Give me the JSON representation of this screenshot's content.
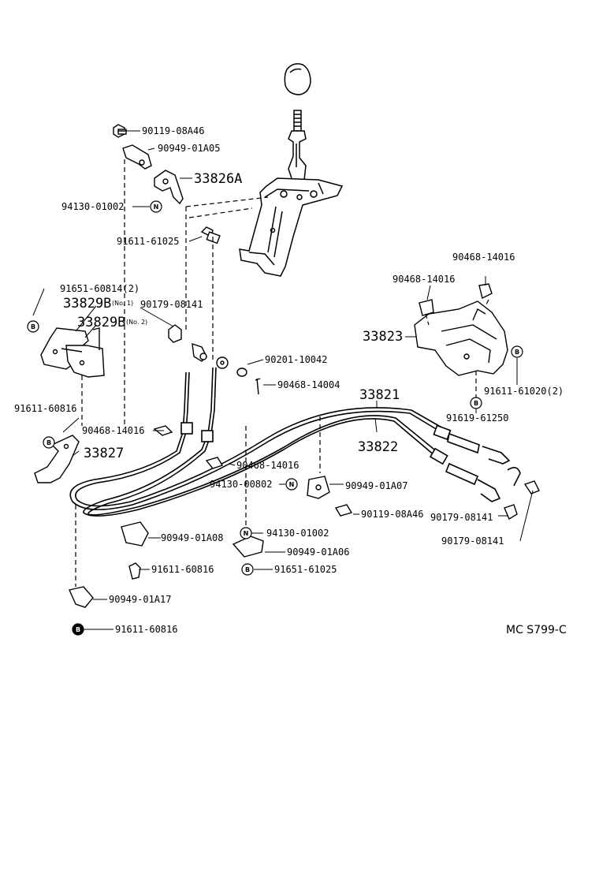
{
  "parts": {
    "p1": "90119-08A46",
    "p2": "90949-01A05",
    "p3": "33826A",
    "p4": "94130-01002",
    "p5": "91611-61025",
    "p6": "91651-60814(2)",
    "p7": "33829B",
    "p7note": "(No. 1)",
    "p8": "90179-08141",
    "p9": "33829B",
    "p9note": "(No. 2)",
    "p10": "90201-10042",
    "p11": "90468-14004",
    "p12": "33821",
    "p13": "91611-60816",
    "p14": "90468-14016",
    "p15": "33827",
    "p16": "33822",
    "p17": "90468-14016",
    "p18": "94130-00802",
    "p19": "90949-01A07",
    "p20": "90119-08A46",
    "p21": "90179-08141",
    "p22": "94130-01002",
    "p23": "90949-01A08",
    "p24": "90949-01A06",
    "p25": "91611-60816",
    "p26": "91651-61025",
    "p27": "90949-01A17",
    "p28": "91611-60816",
    "p29": "90179-08141",
    "p30": "90468-14016",
    "p31": "90468-14016",
    "p32": "33823",
    "p33": "91611-61020(2)",
    "p34": "91619-61250"
  },
  "badges": {
    "n": "N",
    "b": "B"
  },
  "diagram_code": "MC S799-C"
}
